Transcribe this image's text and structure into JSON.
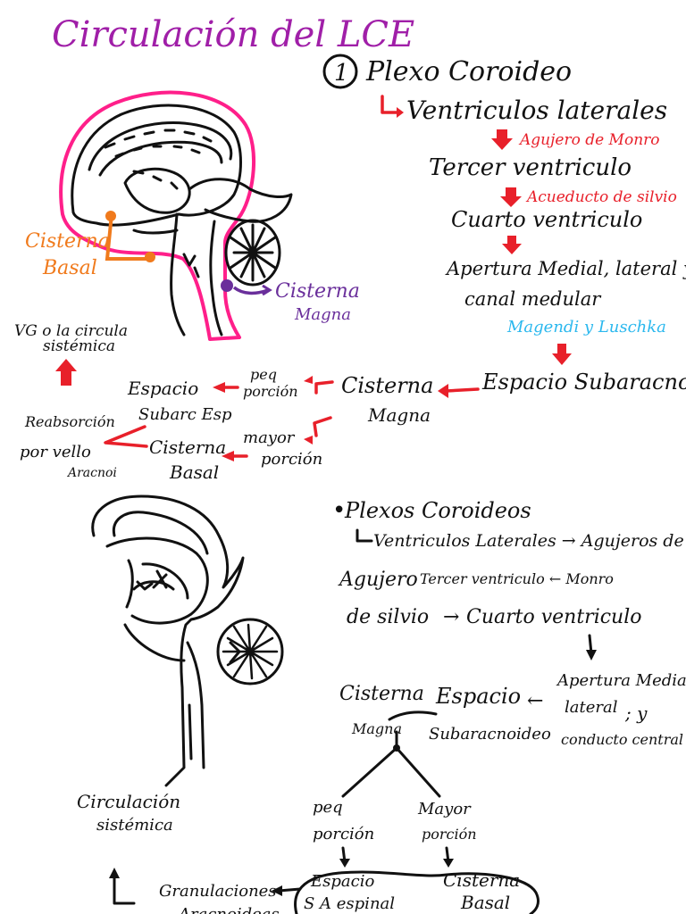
{
  "title": "Circulación del LCE",
  "colors": {
    "title": "#a01fa8",
    "ink": "#111111",
    "arrow": "#e8202a",
    "brain_outline": "#ff1f8a",
    "basal": "#f07a1c",
    "magna": "#6a2f9b",
    "foramina": "#2bb8ee"
  },
  "top_diagram": {
    "cisterna_basal": [
      "Cisterna",
      "Basal"
    ],
    "cisterna_magna": [
      "Cisterna",
      "Magna"
    ]
  },
  "flow1": {
    "number": "1",
    "plexo": "Plexo Coroideo",
    "ventriculos_laterales": "Ventriculos laterales",
    "agujero_monro": "Agujero de Monro",
    "tercer": "Tercer ventriculo",
    "acueducto": "Acueducto de silvio",
    "cuarto": "Cuarto ventriculo",
    "apertura_1": "Apertura Medial, lateral y",
    "apertura_2": "canal medular",
    "magendie": "Magendi y Luschka",
    "espacio_sub": "Espacio Subaracnoideo",
    "cisterna_magna": [
      "Cisterna",
      "Magna"
    ],
    "peq_porcion": [
      "peq",
      "porción"
    ],
    "mayor_porcion": [
      "mayor",
      "porción"
    ],
    "espacio_subarac_esp": [
      "Espacio",
      "Subarc Esp"
    ],
    "cisterna_basal": [
      "Cisterna",
      "Basal"
    ],
    "reabsorcion": [
      "Reabsorción",
      "por vello",
      "Aracnoi"
    ],
    "vg_circ": [
      "VG o la circula",
      "sistémica"
    ]
  },
  "flow2": {
    "plexos": "Plexos Coroideos",
    "line1": "Ventriculos Laterales → Agujeros de",
    "agujero": "Agujero",
    "tercer": "Tercer ventriculo ← Monro",
    "de_silvio": "de silvio",
    "cuarto": "Cuarto ventriculo",
    "apertura": [
      "Apertura Medial",
      "lateral",
      "; y",
      "conducto central"
    ],
    "cisterna": "Cisterna",
    "magna": "Magna",
    "espacio": "Espacio",
    "subarac": "Subaracnoideo",
    "circulacion": [
      "Circulación",
      "sistémica"
    ],
    "peq": [
      "peq",
      "porción"
    ],
    "mayor": [
      "Mayor",
      "porción"
    ],
    "espacio_sa": [
      "Espacio",
      "S A espinal"
    ],
    "cisterna_basal": [
      "Cisterna",
      "Basal"
    ],
    "granulaciones": [
      "Granulaciones",
      "Aracnoideas"
    ]
  }
}
